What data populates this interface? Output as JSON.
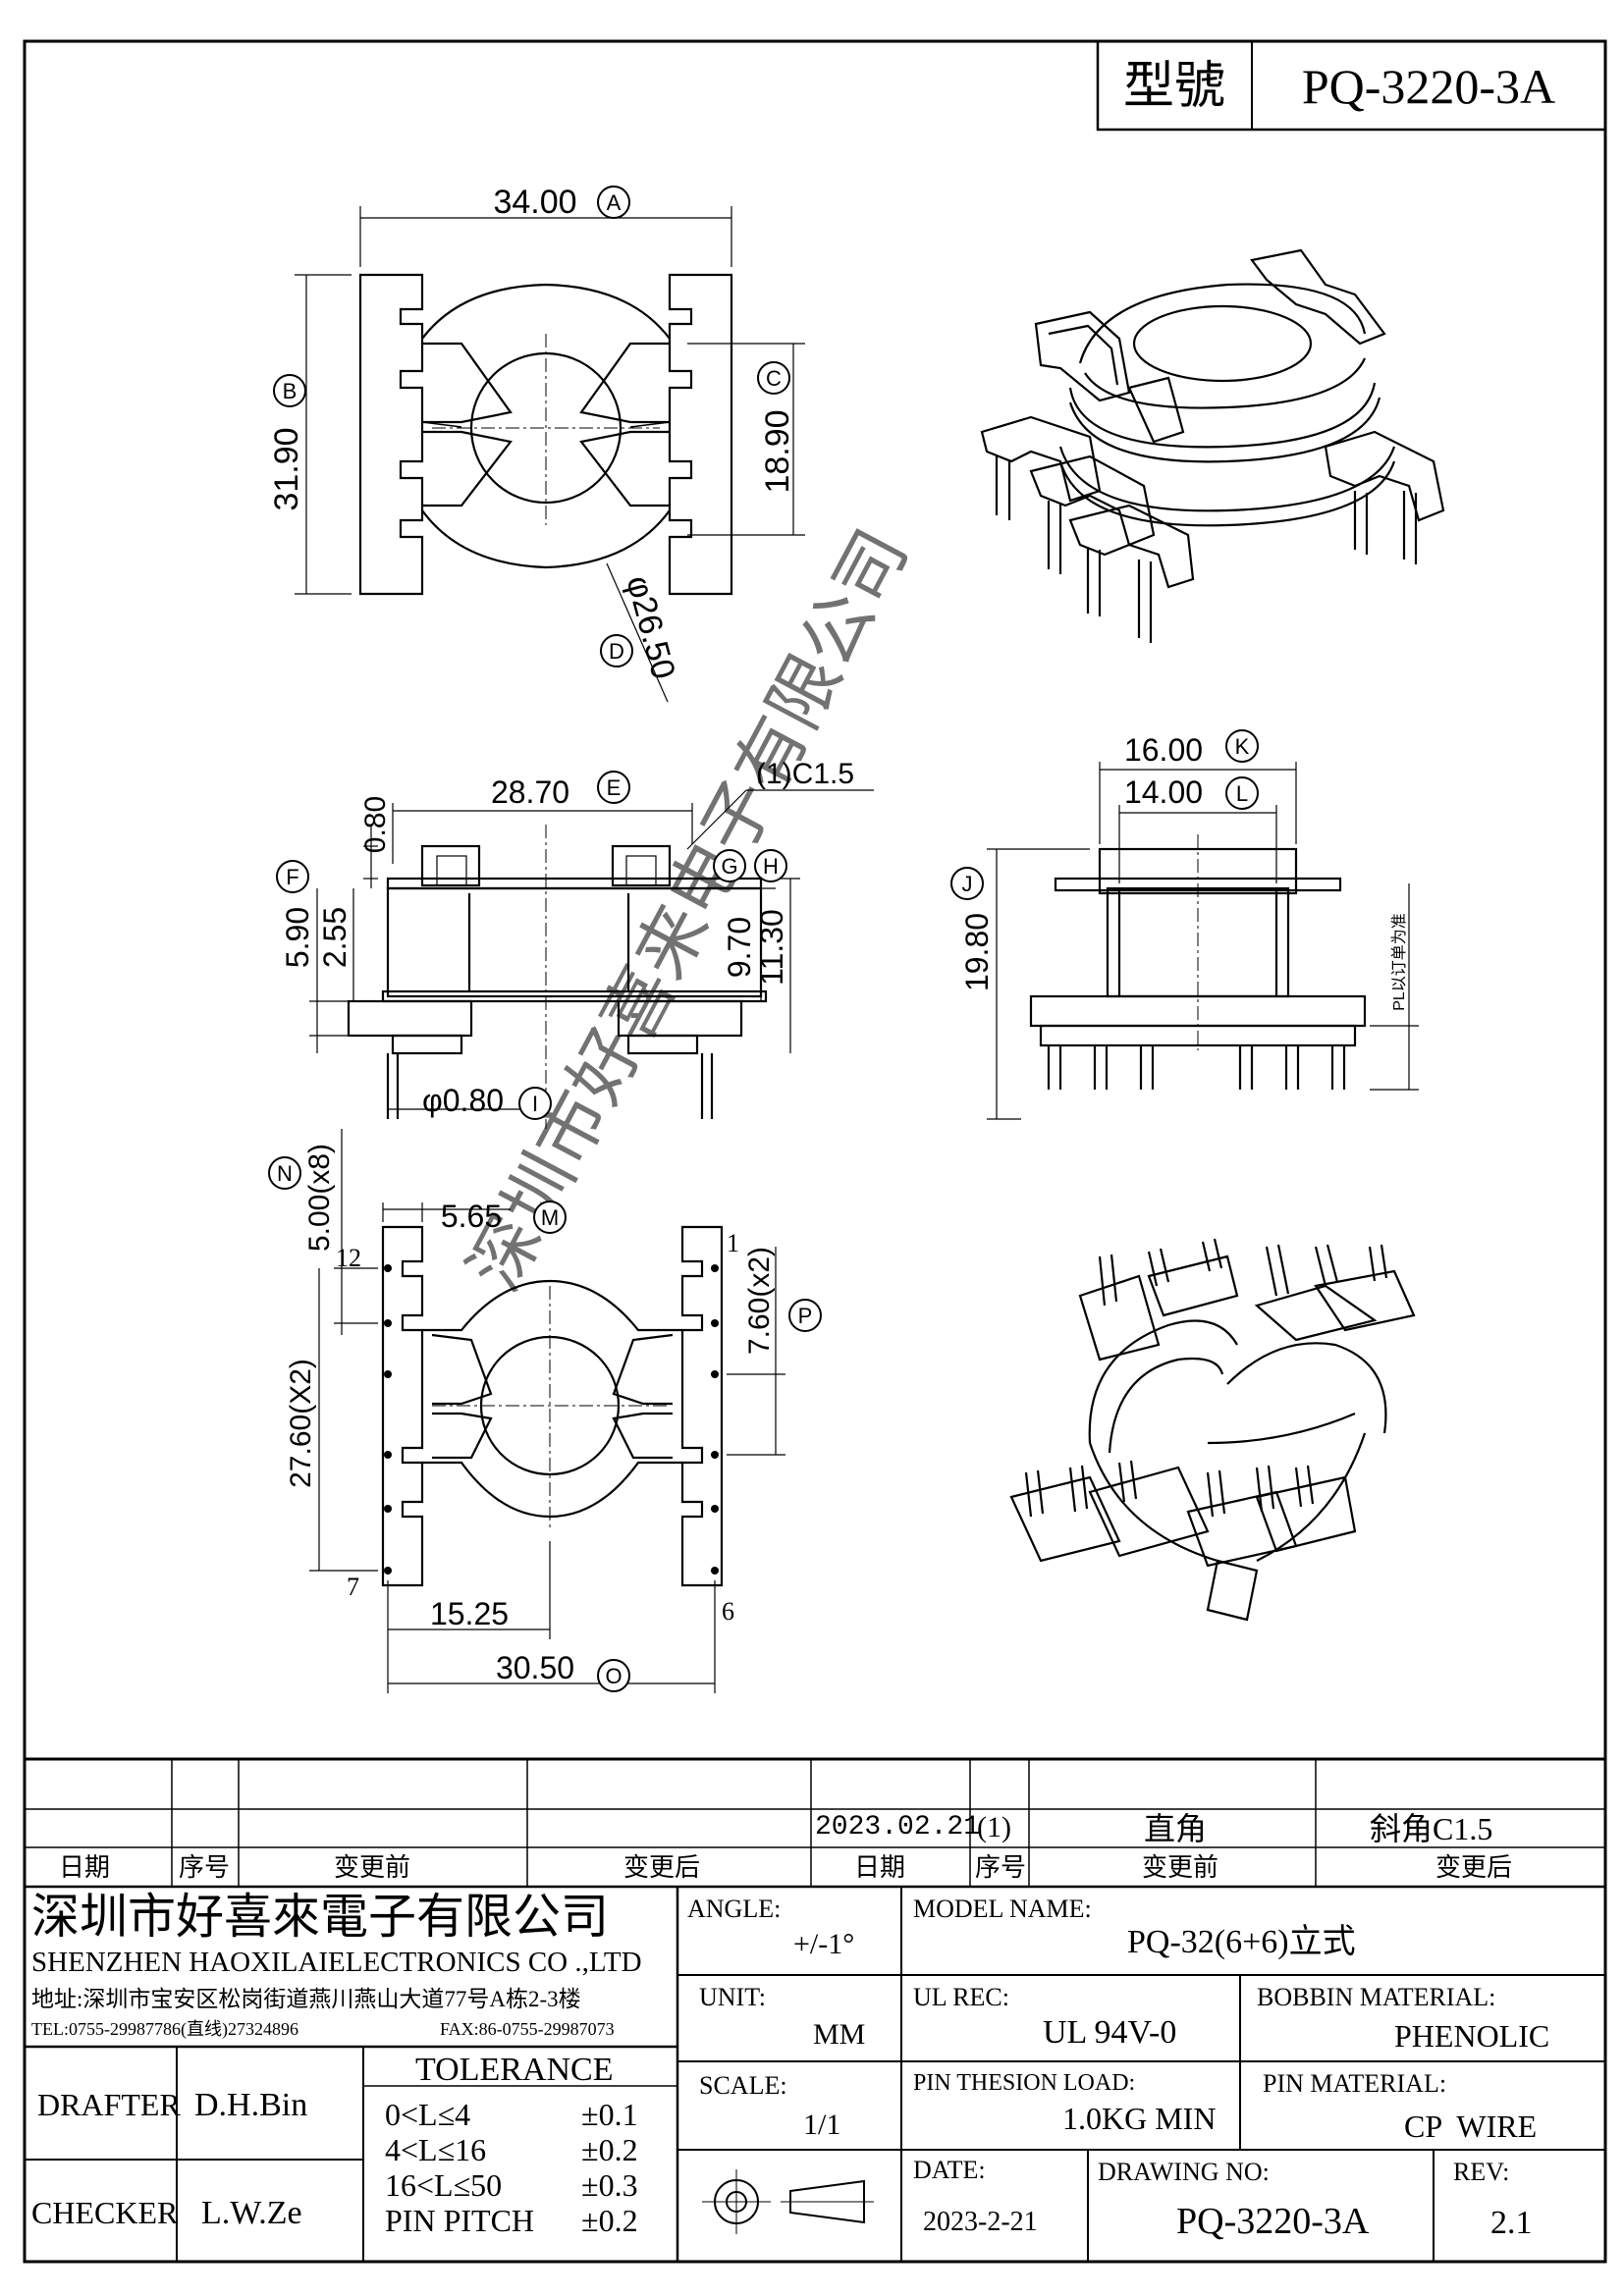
{
  "header": {
    "model_label": "型號",
    "model_value": "PQ-3220-3A"
  },
  "dims": {
    "A": "34.00",
    "B": "31.90",
    "C": "18.90",
    "D": "φ26.50",
    "E": "28.70",
    "chamfer": "(1)C1.5",
    "top_gap": "0.80",
    "F": "5.90",
    "flange": "2.55",
    "G_H_9": "9.70",
    "G_H_11": "11.30",
    "I": "φ0.80",
    "K": "16.00",
    "L": "14.00",
    "J": "19.80",
    "pl_note": "PL以订单为准",
    "N": "5.00(x8)",
    "M": "5.65",
    "P": "7.60(x2)",
    "pitch_y": "27.60(X2)",
    "half": "15.25",
    "O": "30.50",
    "pin1": "1",
    "pin6": "6",
    "pin7": "7",
    "pin12": "12"
  },
  "dim_letters": [
    "A",
    "B",
    "C",
    "D",
    "E",
    "F",
    "G",
    "H",
    "I",
    "J",
    "K",
    "L",
    "M",
    "N",
    "O",
    "P"
  ],
  "watermark": "深圳市好喜来电子有限公司",
  "changes": {
    "date": "2023.02.21",
    "seq": "(1)",
    "before": "直角",
    "after": "斜角C1.5",
    "h_date": "日期",
    "h_seq": "序号",
    "h_before": "变更前",
    "h_after": "变更后"
  },
  "company": {
    "name_cn": "深圳市好喜來電子有限公司",
    "name_en": "SHENZHEN HAOXILAIELECTRONICS CO .,LTD",
    "address": "地址:深圳市宝安区松岗街道燕川燕山大道77号A栋2-3楼",
    "tel": "TEL:0755-29987786(直线)27324896",
    "fax": "FAX:86-0755-29987073"
  },
  "specs": {
    "angle_label": "ANGLE:",
    "angle_value": "+/-1°",
    "model_name_label": "MODEL NAME:",
    "model_name_value": "PQ-32(6+6)立式",
    "unit_label": "UNIT:",
    "unit_value": "MM",
    "ul_label": "UL REC:",
    "ul_value": "UL 94V-0",
    "bobbin_label": "BOBBIN MATERIAL:",
    "bobbin_value": "PHENOLIC",
    "scale_label": "SCALE:",
    "scale_value": "1/1",
    "pin_load_label": "PIN THESION LOAD:",
    "pin_load_value": "1.0KG MIN",
    "pin_mat_label": "PIN MATERIAL:",
    "pin_mat_value": "CP  WIRE",
    "date_label": "DATE:",
    "date_value": "2023-2-21",
    "drawing_no_label": "DRAWING NO:",
    "drawing_no_value": "PQ-3220-3A",
    "rev_label": "REV:",
    "rev_value": "2.1"
  },
  "people": {
    "drafter_label": "DRAFTER",
    "drafter_value": "D.H.Bin",
    "checker_label": "CHECKER",
    "checker_value": "L.W.Ze"
  },
  "tolerance": {
    "title": "TOLERANCE",
    "rows": [
      {
        "range": "0<L≤4",
        "value": "±0.1"
      },
      {
        "range": "4<L≤16",
        "value": "±0.2"
      },
      {
        "range": "16<L≤50",
        "value": "±0.3"
      },
      {
        "range": "PIN PITCH",
        "value": "±0.2"
      }
    ]
  }
}
